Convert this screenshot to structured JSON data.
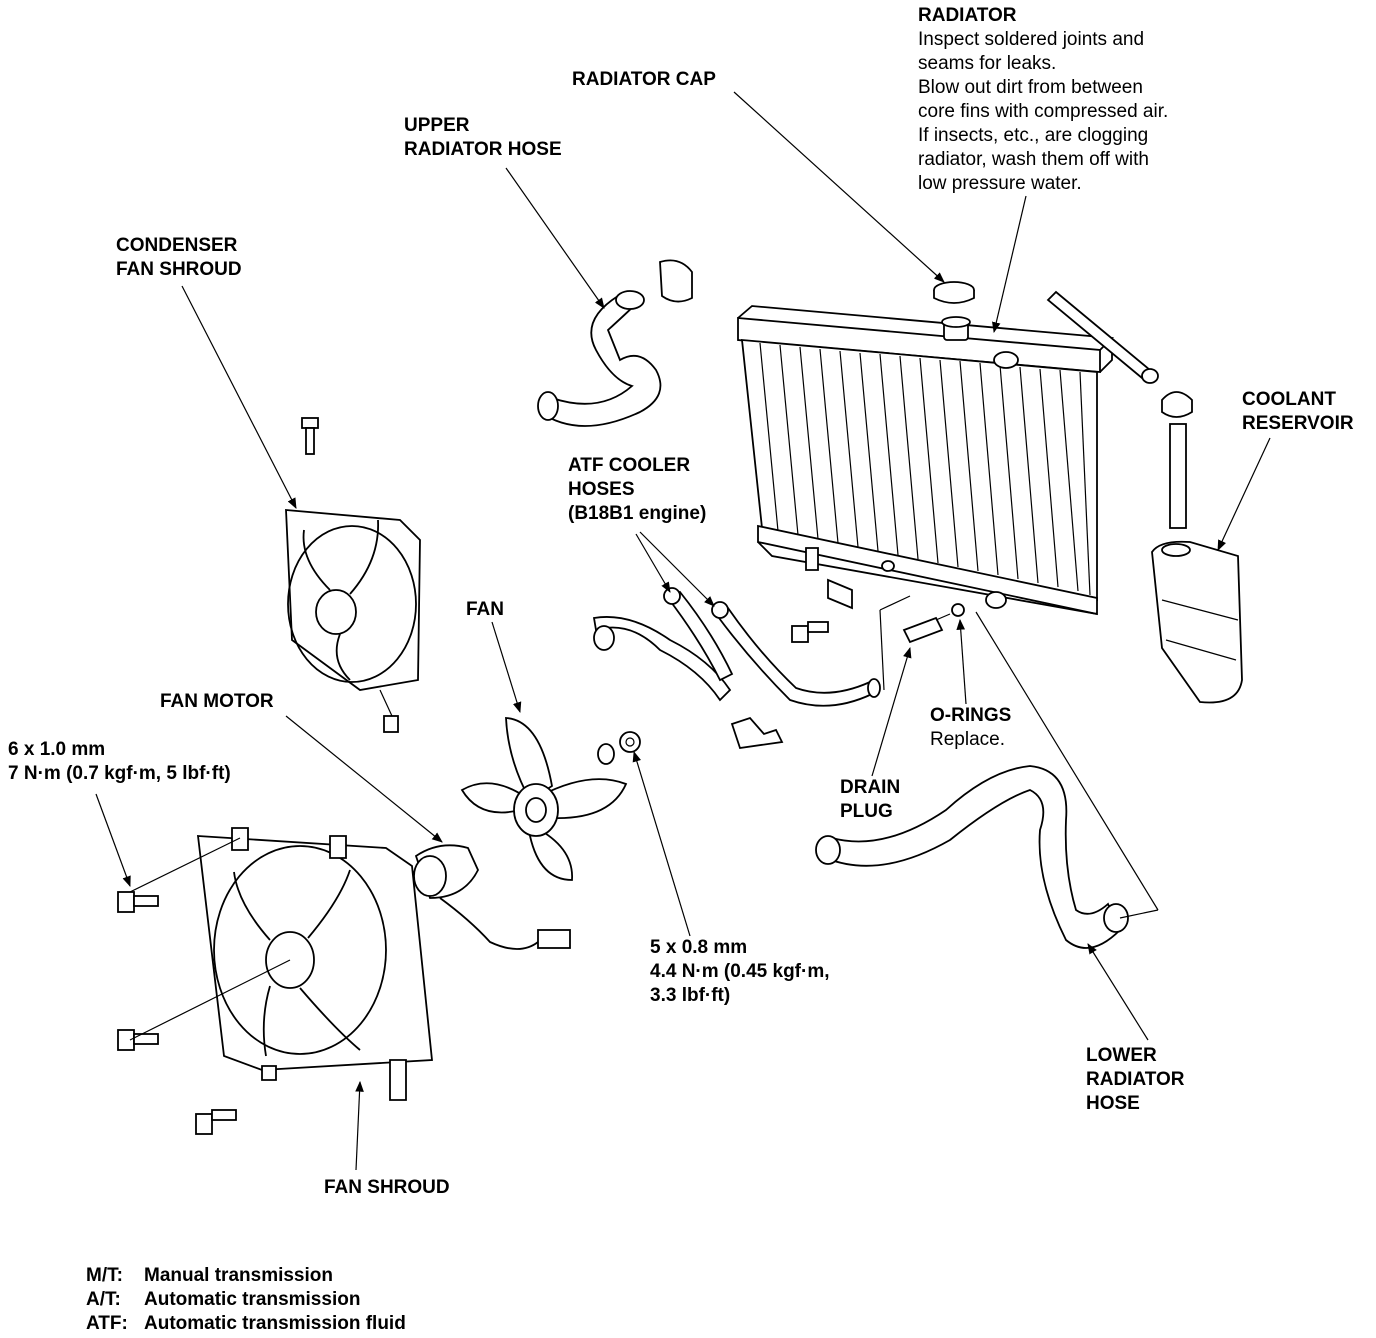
{
  "labels": {
    "radiator": {
      "title": "RADIATOR",
      "notes": [
        "Inspect soldered joints and",
        "seams for leaks.",
        "Blow out dirt from between",
        "core fins with compressed air.",
        "If insects, etc., are clogging",
        "radiator, wash them off with",
        "low pressure water."
      ]
    },
    "radiator_cap": "RADIATOR CAP",
    "upper_radiator_hose": [
      "UPPER",
      "RADIATOR HOSE"
    ],
    "condenser_fan_shroud": [
      "CONDENSER",
      "FAN SHROUD"
    ],
    "coolant_reservoir": [
      "COOLANT",
      "RESERVOIR"
    ],
    "atf_cooler_hoses": [
      "ATF COOLER",
      "HOSES",
      "(B18B1 engine)"
    ],
    "fan": "FAN",
    "fan_motor": "FAN MOTOR",
    "bolt_6mm": [
      "6 x 1.0 mm",
      "7 N·m (0.7 kgf·m, 5 lbf·ft)"
    ],
    "o_rings": {
      "title": "O-RINGS",
      "note": "Replace."
    },
    "drain_plug": [
      "DRAIN",
      "PLUG"
    ],
    "nut_5mm": [
      "5 x 0.8 mm",
      "4.4 N·m (0.45 kgf·m,",
      "3.3 lbf·ft)"
    ],
    "lower_radiator_hose": [
      "LOWER",
      "RADIATOR",
      "HOSE"
    ],
    "fan_shroud": "FAN SHROUD"
  },
  "legend": [
    {
      "abbr": "M/T:",
      "text": "Manual transmission"
    },
    {
      "abbr": "A/T:",
      "text": "Automatic transmission"
    },
    {
      "abbr": "ATF:",
      "text": "Automatic transmission fluid"
    }
  ]
}
